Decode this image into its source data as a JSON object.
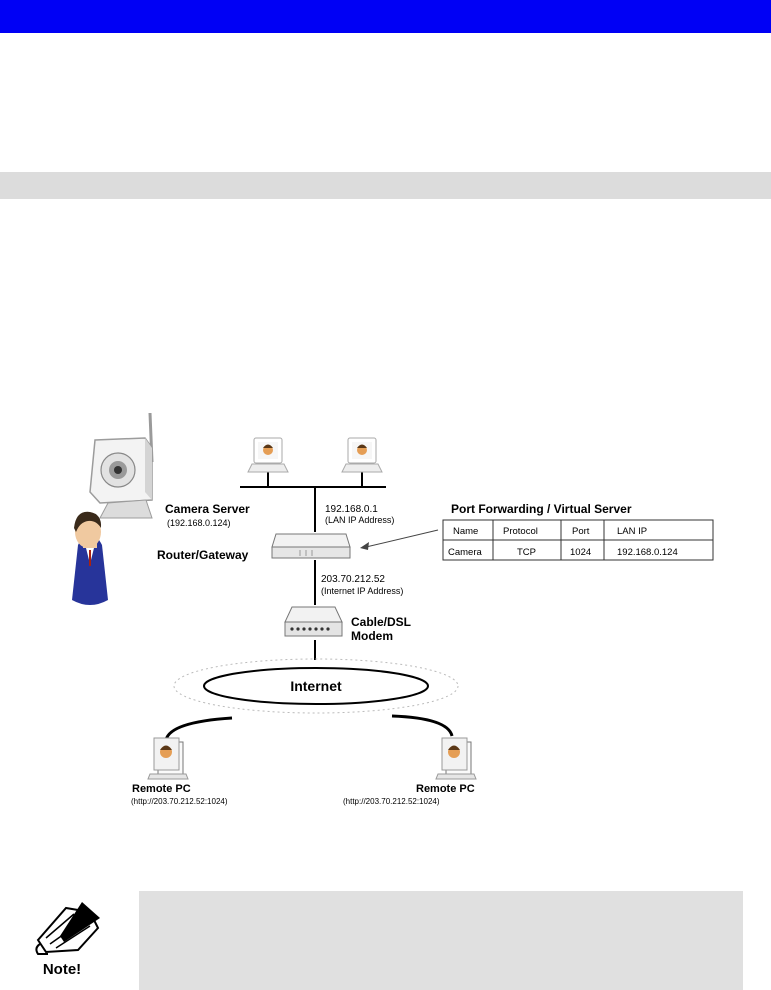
{
  "diagram": {
    "camera_server": {
      "name": "Camera Server",
      "ip": "(192.168.0.124)"
    },
    "lan": {
      "ip": "192.168.0.1",
      "label": "(LAN IP Address)"
    },
    "router_label": "Router/Gateway",
    "wan": {
      "ip": "203.70.212.52",
      "label": "(Internet IP Address)"
    },
    "modem_label_1": "Cable/DSL",
    "modem_label_2": "Modem",
    "internet_label": "Internet",
    "remote_pc_left": {
      "name": "Remote PC",
      "url": "(http://203.70.212.52:1024)"
    },
    "remote_pc_right": {
      "name": "Remote PC",
      "url": "(http://203.70.212.52:1024)"
    },
    "port_forwarding": {
      "title": "Port Forwarding / Virtual Server",
      "headers": [
        "Name",
        "Protocol",
        "Port",
        "LAN IP"
      ],
      "row": [
        "Camera",
        "TCP",
        "1024",
        "192.168.0.124"
      ]
    }
  },
  "note": {
    "icon_label": "Note!"
  },
  "colors": {
    "top_bar": "#0000f5",
    "section_bar": "#dcdcdc",
    "note_box": "#e0e0e0"
  }
}
